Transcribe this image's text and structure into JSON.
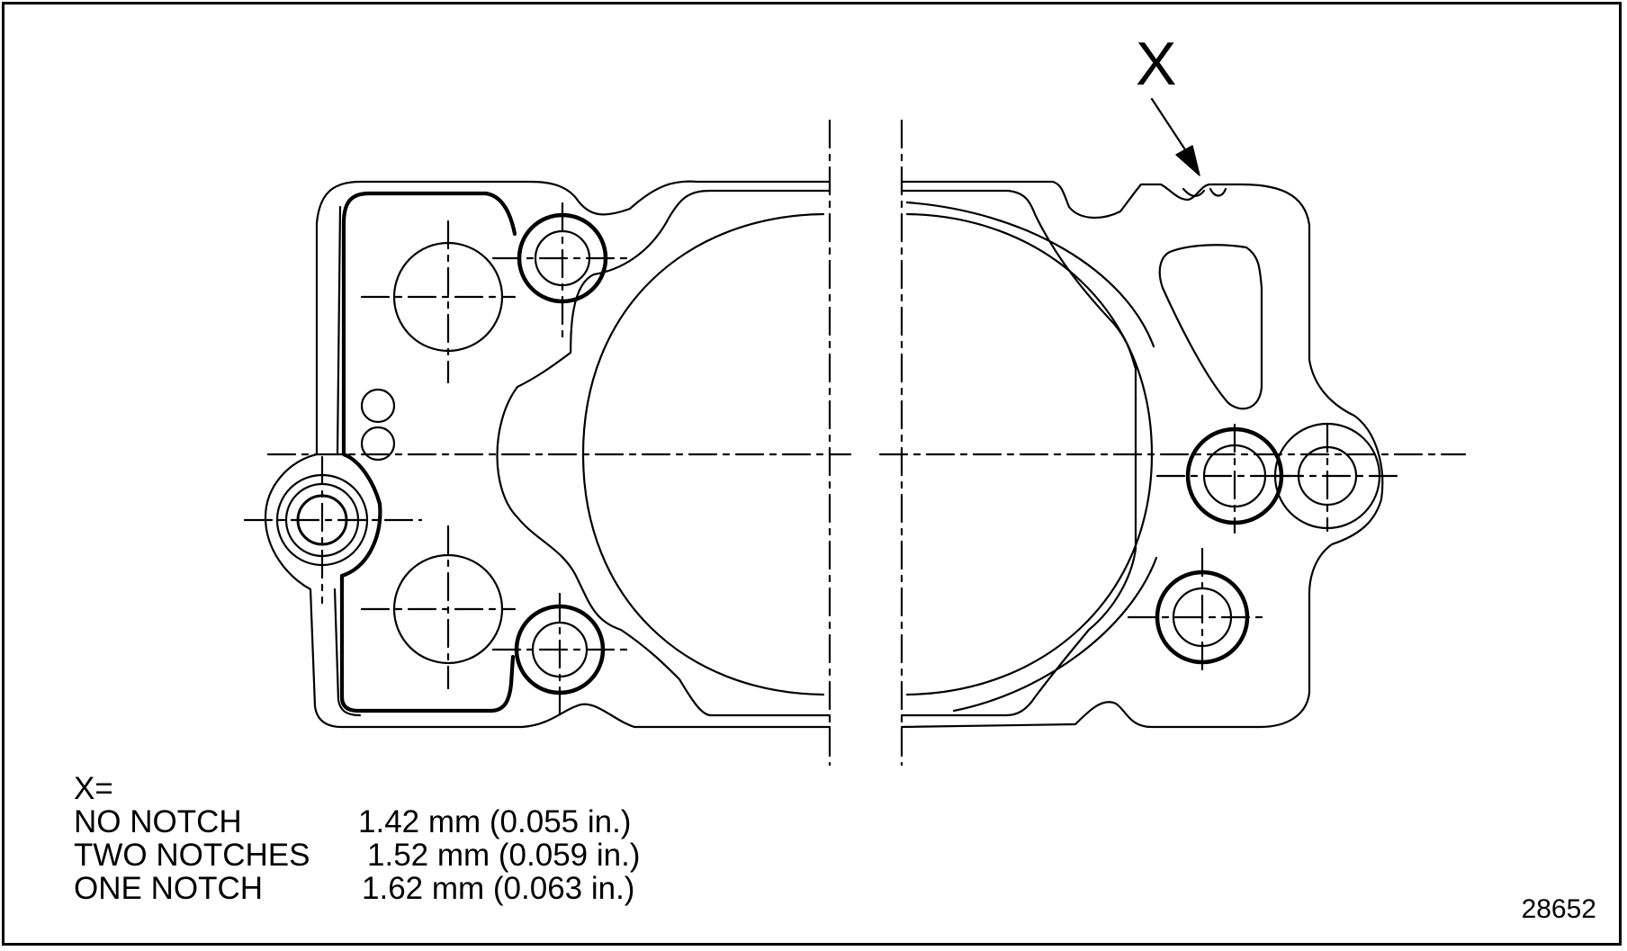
{
  "callout": "X",
  "legend": {
    "heading": "X=",
    "rows": [
      {
        "label": "NO NOTCH",
        "value": "1.42 mm (0.055 in.)"
      },
      {
        "label": "TWO NOTCHES",
        "value": "1.52 mm (0.059 in.)"
      },
      {
        "label": "ONE NOTCH",
        "value": "1.62 mm (0.063 in.)"
      }
    ]
  },
  "figure_number": "28652"
}
